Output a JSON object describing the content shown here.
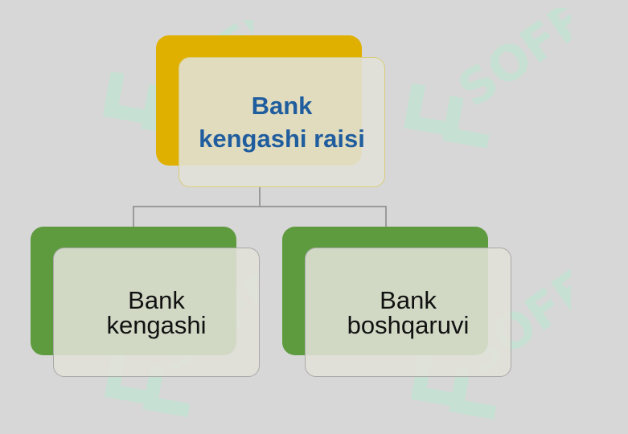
{
  "diagram": {
    "top_node": {
      "label": "Bank\nkengashi raisi",
      "text_color": "#1f5d9e",
      "accent_color": "#e0b000",
      "border_color": "#d9cc7a"
    },
    "children": [
      {
        "label": "Bank\nkengashi",
        "accent_color": "#5e9a3e",
        "border_color": "#a9a9a9"
      },
      {
        "label": "Bank\nboshqaruvi",
        "accent_color": "#5e9a3e",
        "border_color": "#a9a9a9"
      }
    ],
    "connector_color": "#9a9a9a"
  },
  "watermark": {
    "text": "SOFF",
    "color": "#b9ead0"
  }
}
